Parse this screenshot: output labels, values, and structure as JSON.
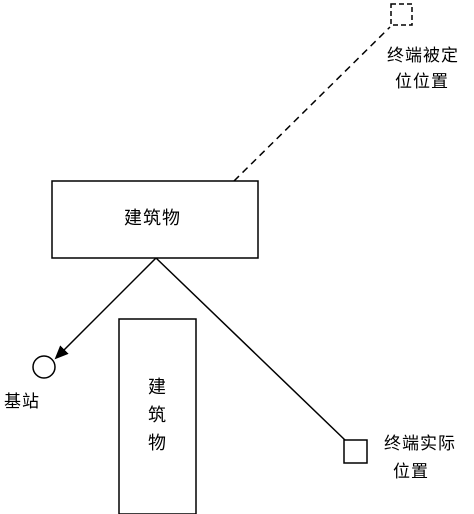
{
  "colors": {
    "stroke": "#000000",
    "background": "#ffffff"
  },
  "labels": {
    "building_top": "建筑物",
    "building_bottom_chars": [
      "建",
      "筑",
      "物"
    ],
    "base_station": "基站",
    "estimated_position_line1": "终端被定",
    "estimated_position_line2": "位位置",
    "actual_position_line1": "终端实际",
    "actual_position_line2": "位置"
  }
}
